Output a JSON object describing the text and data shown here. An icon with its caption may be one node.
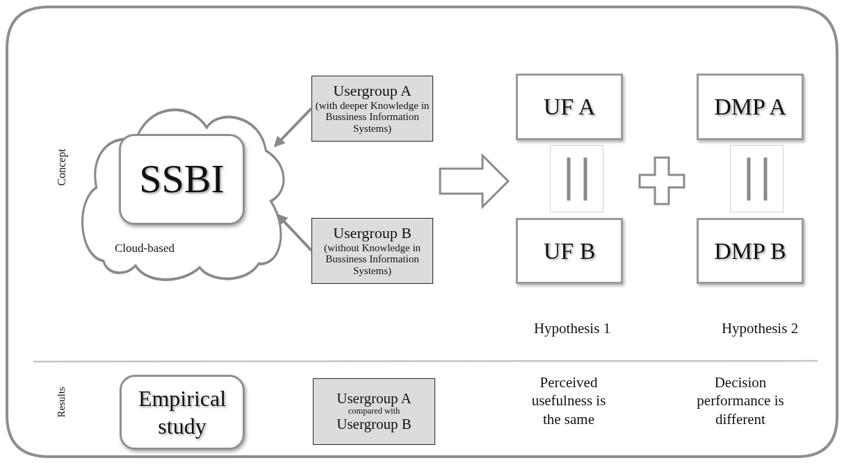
{
  "diagram": {
    "nodes": [
      {
        "text": [
          "Cloud-based"
        ]
      },
      {
        "text": [
          "SSBI"
        ],
        "in": 0
      },
      {
        "text": [
          "Usergroup A",
          "(with deeper Knowledge in Bussiness Information Systems)"
        ]
      },
      {
        "text": [
          "Usergroup B",
          "(without Knowledge in Bussiness Information Systems)"
        ]
      },
      {
        "text": [
          "UF A"
        ]
      },
      {
        "text": [
          "DMP A"
        ]
      },
      {
        "text": [],
        "shape": "box"
      },
      {
        "text": [],
        "shape": "box"
      },
      {
        "text": [
          "UF B"
        ]
      },
      {
        "text": [
          "DMP B"
        ]
      },
      {
        "text": [
          "Empirical study"
        ]
      },
      {
        "text": [
          "Usergroup A",
          "compared with",
          "Usergroup B"
        ]
      }
    ],
    "edges": [
      {
        "from": 2,
        "to": 0,
        "arrow": "to"
      },
      {
        "from": 3,
        "to": 0,
        "arrow": "to"
      }
    ],
    "labels": [
      "Concept",
      "Hypothesis 1",
      "Hypothesis 2",
      "Results",
      "Perceived usefulness is the same",
      "Decision performance is different"
    ]
  }
}
